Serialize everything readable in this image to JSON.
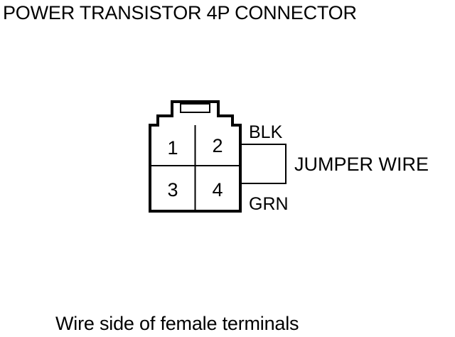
{
  "title": "POWER TRANSISTOR 4P CONNECTOR",
  "connector": {
    "pins": [
      "1",
      "2",
      "3",
      "4"
    ]
  },
  "wires": {
    "upper_color": "BLK",
    "lower_color": "GRN",
    "jumper_label": "JUMPER WIRE"
  },
  "caption": "Wire side of female terminals",
  "colors": {
    "line": "#000000",
    "background": "#ffffff"
  }
}
